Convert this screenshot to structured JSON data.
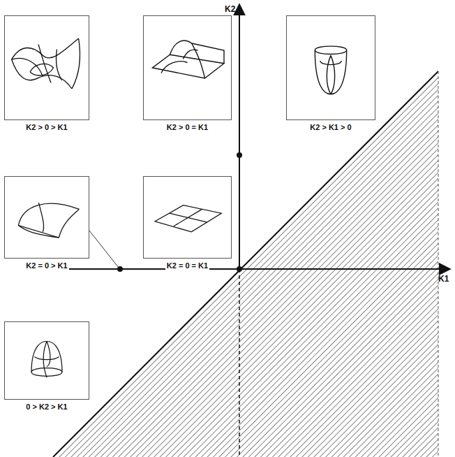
{
  "diagram": {
    "nodes": [
      {
        "text": [
          "K2 > 0 > K1"
        ]
      },
      {
        "text": [
          "K2 > 0 = K1"
        ]
      },
      {
        "text": [
          "K2 > K1 > 0"
        ]
      },
      {
        "text": [
          "K2 = 0 > K1"
        ]
      },
      {
        "text": [
          "K2 = 0 = K1"
        ]
      },
      {
        "text": [
          "0 > K2 > K1"
        ]
      }
    ],
    "labels": [
      "K2",
      "K1"
    ]
  }
}
